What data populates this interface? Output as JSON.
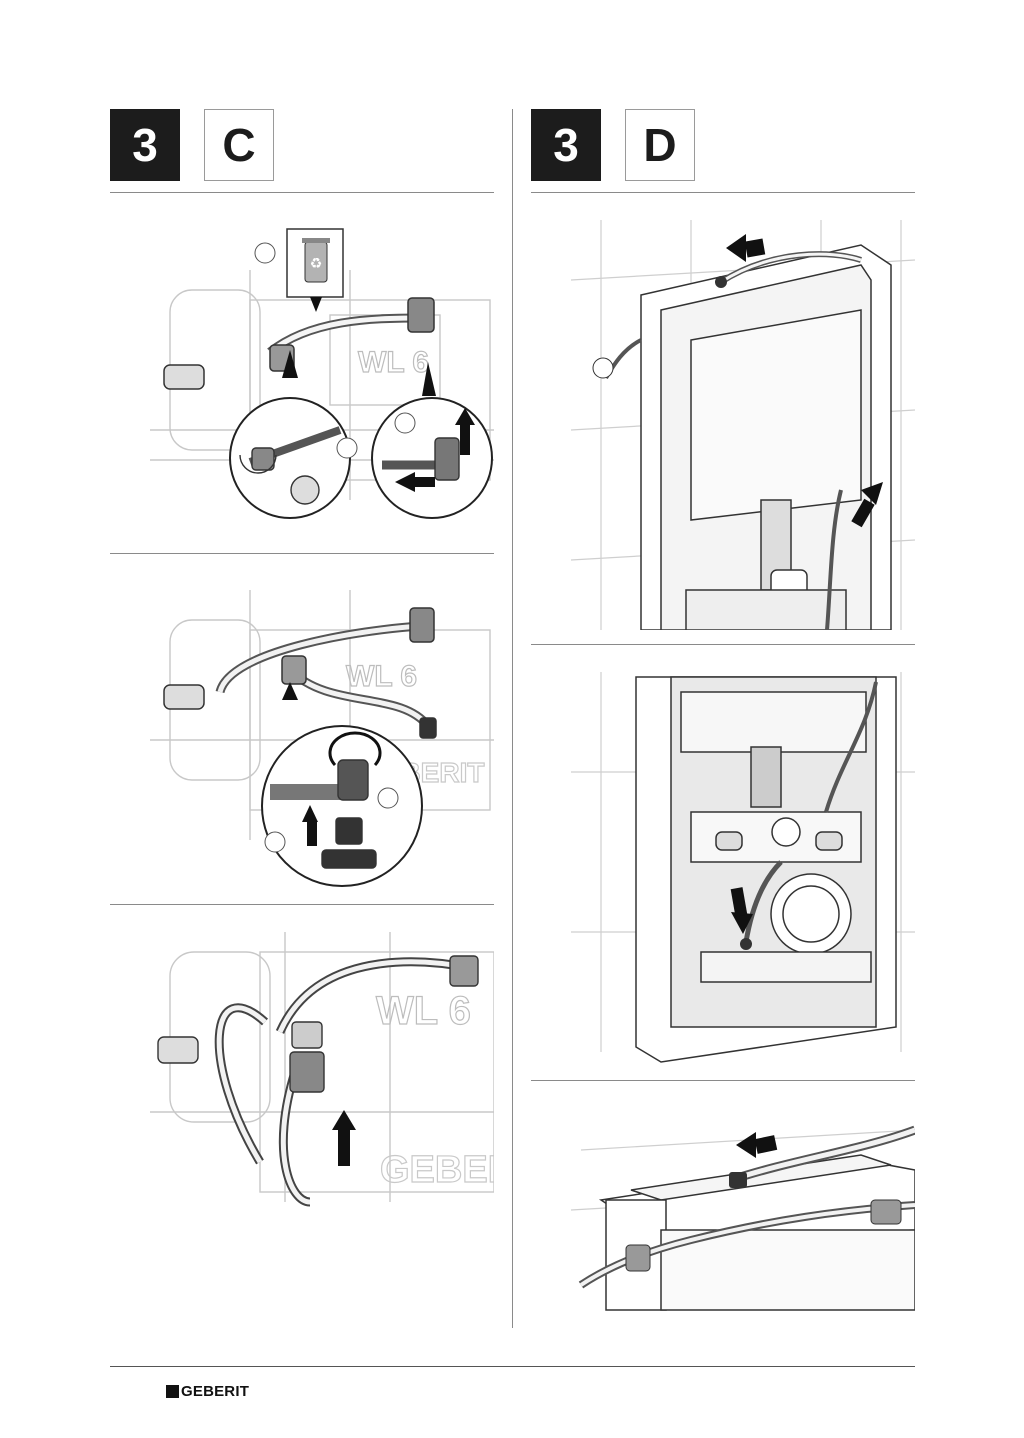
{
  "columns": [
    {
      "step_number": "3",
      "step_letter": "C"
    },
    {
      "step_number": "3",
      "step_letter": "D"
    }
  ],
  "illustration_text": {
    "frame_label": "WL 6",
    "brand_watermark": "GEBERIT"
  },
  "footer": {
    "brand": "GEBERIT"
  },
  "colors": {
    "ink": "#1c1c1c",
    "rule": "#8a8a8a",
    "ghost": "#c8c8c8"
  }
}
